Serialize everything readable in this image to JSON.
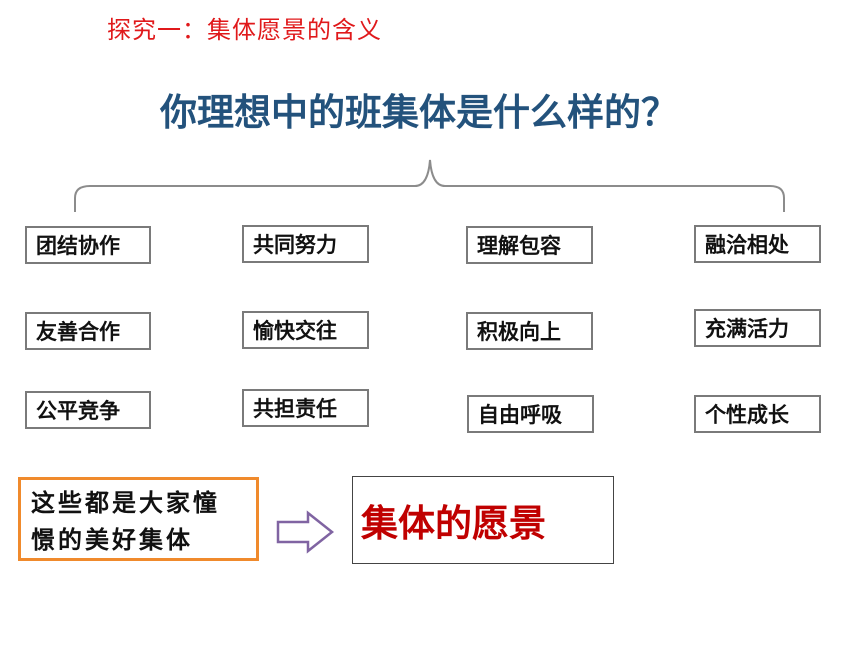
{
  "section_title": "探究一：集体愿景的含义",
  "question": "你理想中的班集体是什么样的？",
  "traits": {
    "col1": [
      "团结协作",
      "友善合作",
      "公平竞争"
    ],
    "col2": [
      "共同努力",
      "愉快交往",
      "共担责任"
    ],
    "col3": [
      "理解包容",
      "积极向上",
      "自由呼吸"
    ],
    "col4": [
      "融洽相处",
      "充满活力",
      "个性成长"
    ]
  },
  "note": {
    "line1": "这些都是大家憧",
    "line2": "憬的美好集体"
  },
  "conclusion": "集体的愿景",
  "colors": {
    "title_red": "#e0191b",
    "question_blue": "#23527c",
    "note_border_orange": "#f08a2c",
    "arrow_purple": "#8064a2",
    "conclusion_red": "#c00000"
  }
}
